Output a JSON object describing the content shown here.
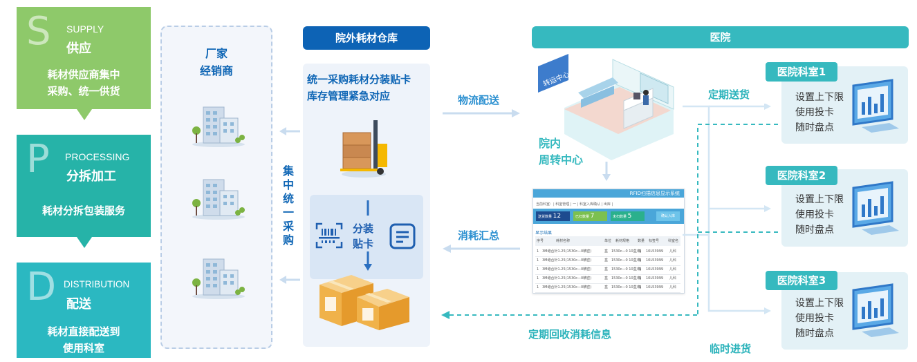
{
  "stages": [
    {
      "letter": "S",
      "en": "SUPPLY",
      "zh": "供应",
      "desc_lines": [
        "耗材供应商集中",
        "采购、统一供货"
      ],
      "color": "#8ec96a"
    },
    {
      "letter": "P",
      "en": "PROCESSING",
      "zh": "分拆加工",
      "desc_lines": [
        "耗材分拆包装服务"
      ],
      "color": "#26b3a8"
    },
    {
      "letter": "D",
      "en": "DISTRIBUTION",
      "zh": "配送",
      "desc_lines": [
        "耗材直接配送到",
        "使用科室"
      ],
      "color": "#2bb8c1"
    }
  ],
  "manufacturer": {
    "title_lines": [
      "厂家",
      "经销商"
    ]
  },
  "centralized_purchase": [
    "集",
    "中",
    "统",
    "一",
    "采",
    "购"
  ],
  "warehouse": {
    "header": "院外耗材仓库",
    "desc_lines": [
      "统一采购耗材分装贴卡",
      "库存管理紧急对应"
    ],
    "pack_label_lines": [
      "分装",
      "贴卡"
    ]
  },
  "flows": {
    "logistics": "物流配送",
    "consumption_summary": "消耗汇总",
    "periodic_recovery": "定期回收消耗信息",
    "periodic_delivery": "定期送货",
    "temporary_delivery": "临时进货"
  },
  "hospital": {
    "header": "医院",
    "center_sign": "转运中心",
    "center_label_lines": [
      "院内",
      "周转中心"
    ]
  },
  "rfid": {
    "title": "RFID扫描信息显示系统",
    "menu": "当前科室：| 科室管理 | 一 | 科室入库确认 | 出库 |",
    "stats": [
      {
        "label": "送货数量",
        "value": "12"
      },
      {
        "label": "已扫数量",
        "value": "7"
      },
      {
        "label": "未扫数量",
        "value": "5"
      }
    ],
    "confirm": "确认入库",
    "section": "显示结果",
    "columns": [
      "序号",
      "耗材名称",
      "单位",
      "耗材规格",
      "数量",
      "标签号",
      "科室名"
    ],
    "rows": [
      [
        "1",
        "3M缝合针1.25(1530c—0精密)",
        "盒",
        "1530c—0 10盒/箱",
        "1",
        "10L53999",
        "儿科"
      ],
      [
        "1",
        "3M缝合针1.25(1530c—0精密)",
        "盒",
        "1530c—0 10盒/箱",
        "1",
        "10L53999",
        "儿科"
      ],
      [
        "1",
        "3M缝合针1.25(1530c—0精密)",
        "盒",
        "1530c—0 10盒/箱",
        "1",
        "10L53999",
        "儿科"
      ],
      [
        "1",
        "3M缝合针1.25(1530c—0精密)",
        "盒",
        "1530c—0 10盒/箱",
        "1",
        "10L53999",
        "儿科"
      ],
      [
        "1",
        "3M缝合针1.25(1530c—0精密)",
        "盒",
        "1530c—0 10盒/箱",
        "1",
        "10L53999",
        "儿科"
      ]
    ]
  },
  "departments": [
    {
      "name": "医院科室1",
      "lines": [
        "设置上下限",
        "使用投卡",
        "随时盘点"
      ]
    },
    {
      "name": "医院科室2",
      "lines": [
        "设置上下限",
        "使用投卡",
        "随时盘点"
      ]
    },
    {
      "name": "医院科室3",
      "lines": [
        "设置上下限",
        "使用投卡",
        "随时盘点"
      ]
    }
  ],
  "colors": {
    "brand_blue": "#0d63b5",
    "teal": "#36b9bf",
    "green": "#8ec96a",
    "arrow_light": "#c9dcef"
  }
}
